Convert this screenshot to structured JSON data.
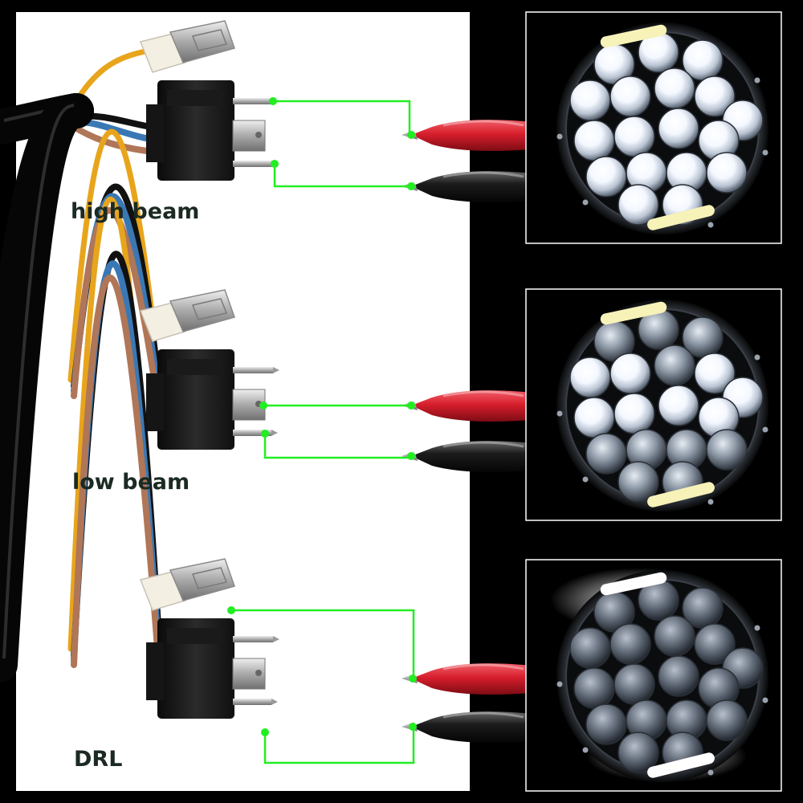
{
  "panels": [
    {
      "label": "high beam",
      "lamp_mode": "high",
      "wiring": "top-pins"
    },
    {
      "label": "low beam",
      "lamp_mode": "low",
      "wiring": "middle-pins"
    },
    {
      "label": "DRL",
      "lamp_mode": "drl",
      "wiring": "spade-and-bottom-pin"
    }
  ],
  "colors": {
    "panel_bg": "#ffffff",
    "backdrop": "#000000",
    "wire_link": "#22ee22",
    "cable_yellow": "#e8a51c",
    "cable_blue": "#3a78b5",
    "cable_brown": "#b07658",
    "clip_red": "#d81e2c",
    "clip_black": "#151515",
    "label_text": "#1b2a22"
  }
}
